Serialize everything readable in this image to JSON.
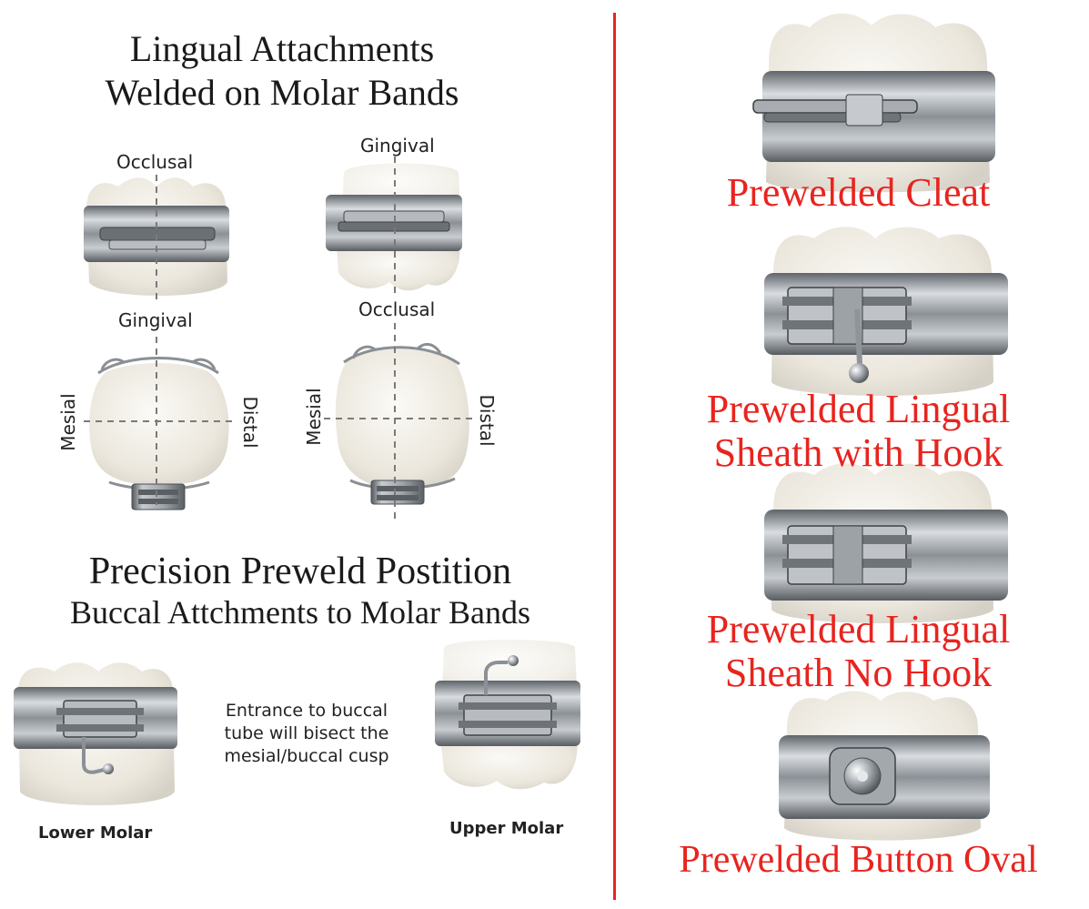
{
  "lingual_section": {
    "title_line1": "Lingual Attachments",
    "title_line2": "Welded on Molar Bands",
    "labels": {
      "occlusal_top": "Occlusal",
      "gingival_top": "Gingival",
      "gingival_mid": "Gingival",
      "occlusal_mid": "Occlusal",
      "mesial_left": "Mesial",
      "distal_left": "Distal",
      "mesial_right": "Mesial",
      "distal_right": "Distal"
    }
  },
  "buccal_section": {
    "title_line1": "Precision Preweld Postition",
    "title_line2": "Buccal Attchments  to Molar Bands",
    "note_line1": "Entrance to buccal",
    "note_line2": "tube will bisect the",
    "note_line3": "mesial/buccal cusp",
    "lower_label": "Lower Molar",
    "upper_label": "Upper Molar"
  },
  "products": [
    {
      "line1": "Prewelded Cleat",
      "line2": ""
    },
    {
      "line1": "Prewelded  Lingual",
      "line2": "Sheath with Hook"
    },
    {
      "line1": "Prewelded  Lingual",
      "line2": "Sheath No Hook"
    },
    {
      "line1": "Prewelded  Button Oval",
      "line2": ""
    }
  ],
  "colors": {
    "accent_red": "#e8241f",
    "metal": "#9aa0a6",
    "tooth": "#f2efe8"
  }
}
